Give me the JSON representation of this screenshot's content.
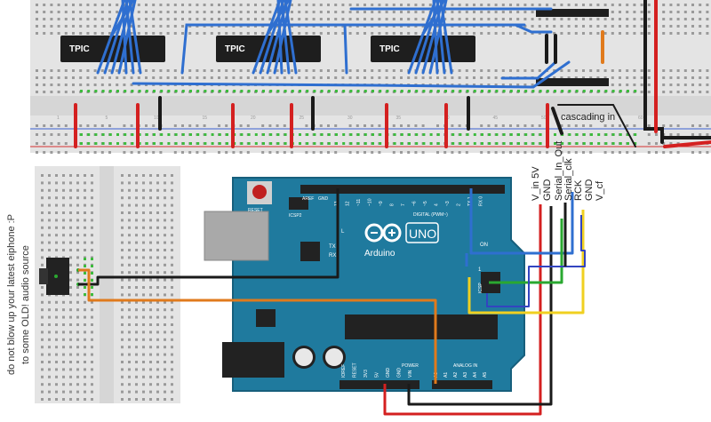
{
  "chips": {
    "label": "TPIC"
  },
  "top_breadboard": {
    "col_numbers": [
      "1",
      "5",
      "10",
      "15",
      "20",
      "25",
      "30",
      "35",
      "40",
      "45",
      "50",
      "55",
      "60"
    ],
    "annotation": "cascading in"
  },
  "arduino": {
    "reset_label": "RESET",
    "icsp2_label": "ICSP2",
    "aref_label": "AREF",
    "gnd_label": "GND",
    "digital_label": "DIGITAL (PWM~)",
    "digital_pins": [
      "13",
      "12",
      "~11",
      "~10",
      "~9",
      "8",
      "7",
      "~6",
      "~5",
      "4",
      "~3",
      "2",
      "TX 1",
      "RX 0"
    ],
    "tx_label": "TX",
    "rx_label": "RX",
    "l_label": "L",
    "on_label": "ON",
    "brand": "Arduino",
    "model": "UNO",
    "icsp_label": "ICSP",
    "icsp_pin1": "1",
    "power_label": "POWER",
    "power_pins": [
      "IOREF",
      "RESET",
      "3V3",
      "5V",
      "GND",
      "GND",
      "VIN"
    ],
    "analog_label": "ANALOG IN",
    "analog_pins": [
      "A0",
      "A1",
      "A2",
      "A3",
      "A4",
      "A5"
    ]
  },
  "signal_labels": [
    "V_in 5V",
    "GND",
    "Serial_In_Out",
    "Serial_clk",
    "RCK",
    "GND",
    "V_cf"
  ],
  "warning_note": {
    "line1": "do not blow up your latest eiphone :P",
    "line2": "to some OLD! audio source"
  },
  "colors": {
    "wire_blue": "#2f6fd0",
    "wire_red": "#d42020",
    "wire_black": "#1a1a1a",
    "wire_orange": "#e07a1c",
    "wire_yellow": "#f0d020",
    "wire_green": "#2aa830",
    "wire_navy": "#3344c0",
    "board_teal": "#1f7a9e",
    "breadboard": "#e4e4e4",
    "chip": "#1e1e1e"
  }
}
